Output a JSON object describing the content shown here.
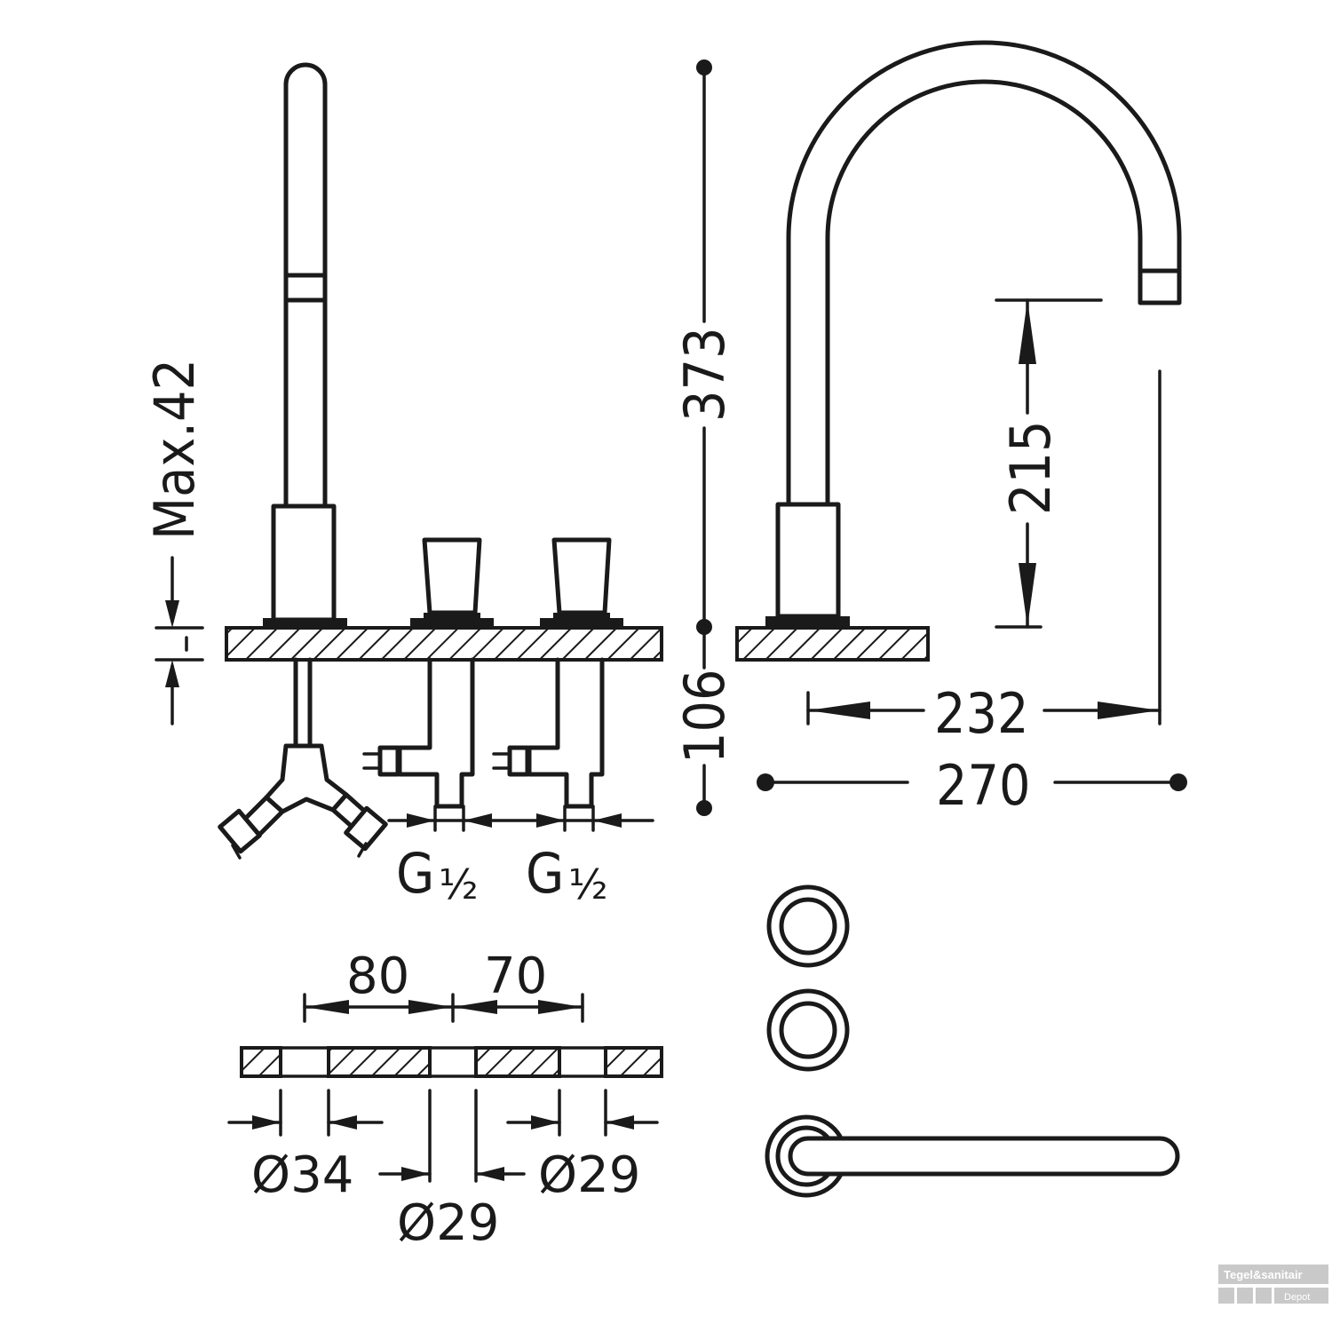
{
  "dimensions": {
    "max_42": "Max.42",
    "h_373": "373",
    "h_106": "106",
    "h_215": "215",
    "w_232": "232",
    "w_270": "270",
    "thread_1": "G",
    "thread_2": "G",
    "fraction": "½",
    "spacing_80": "80",
    "spacing_70": "70",
    "dia_34": "Ø34",
    "dia_29_center": "Ø29",
    "dia_29_right": "Ø29"
  },
  "watermark": {
    "line1": "Tegel&sanitair",
    "line2": "Depot"
  }
}
